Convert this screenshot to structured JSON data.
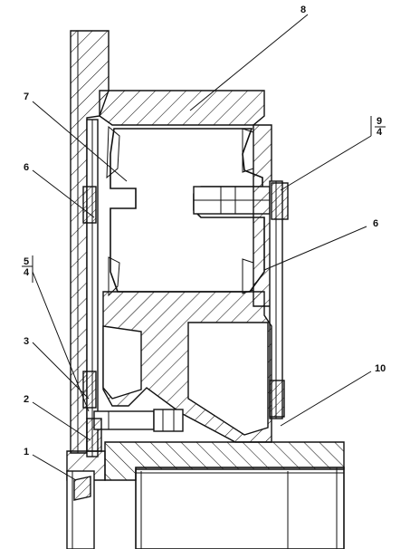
{
  "callouts": {
    "c8": "8",
    "c7": "7",
    "c9": "9",
    "c4a": "4",
    "c6a": "6",
    "c6b": "6",
    "c5": "5",
    "c4b": "4",
    "c3": "3",
    "c2": "2",
    "c10": "10",
    "c1": "1"
  },
  "colors": {
    "line": "#111111",
    "paper": "#ffffff"
  }
}
